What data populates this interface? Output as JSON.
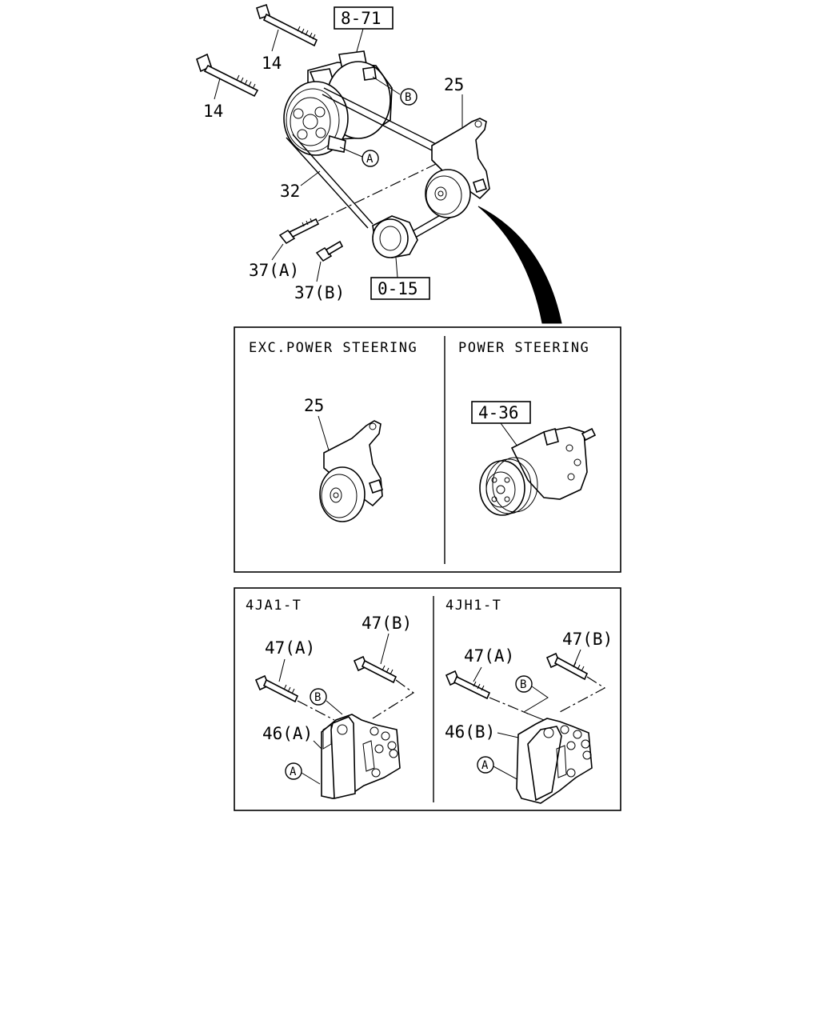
{
  "main_diagram": {
    "ref_boxes": {
      "compressor": "8-71",
      "crank_pulley": "0-15"
    },
    "labels": {
      "bolt_upper": "14",
      "bolt_lower": "14",
      "bracket": "25",
      "belt": "32",
      "bolt_37a": "37(A)",
      "bolt_37b": "37(B)"
    },
    "circle_a": "A",
    "circle_b": "B"
  },
  "steering_panel": {
    "left_title": "EXC.POWER STEERING",
    "right_title": "POWER STEERING",
    "left_label": "25",
    "right_ref_box": "4-36"
  },
  "engine_panel": {
    "left_title": "4JA1-T",
    "right_title": "4JH1-T",
    "left": {
      "bolt_a": "47(A)",
      "bolt_b": "47(B)",
      "bracket": "46(A)",
      "circle_a": "A",
      "circle_b": "B"
    },
    "right": {
      "bolt_a": "47(A)",
      "bolt_b": "47(B)",
      "bracket": "46(B)",
      "circle_a": "A",
      "circle_b": "B"
    }
  }
}
